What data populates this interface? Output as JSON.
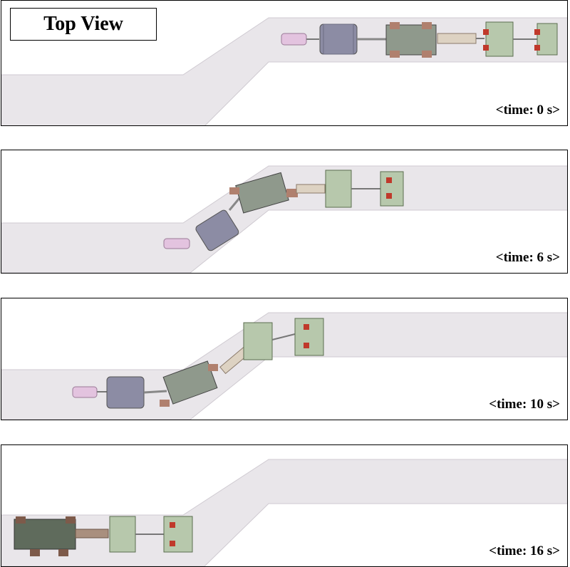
{
  "figure": {
    "view_title": "Top View",
    "panels": [
      {
        "time_label": "<time: 0 s>"
      },
      {
        "time_label": "<time: 6 s>"
      },
      {
        "time_label": "<time: 10 s>"
      },
      {
        "time_label": "<time: 16 s>"
      }
    ]
  },
  "colors": {
    "pipe": "#e9e6ea",
    "pipe_edge": "#c9c4cb",
    "motor": "#8a8aa0",
    "module": "#7c8a7c",
    "wheel_red": "#c0392b",
    "wheel_green": "#6f8a5d",
    "joint": "#b08a7a",
    "link": "#d8cfc0",
    "tail": "#d7b3d4"
  }
}
